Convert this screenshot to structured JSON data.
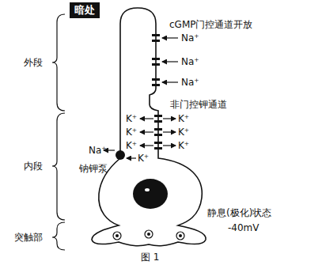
{
  "diagram": {
    "caption": "图 1",
    "nodes": [
      {
        "text": [
          "暗处"
        ]
      }
    ],
    "labels": [
      "外段",
      "内段",
      "突触部",
      "cGMP门控通道开放",
      "Na⁺",
      "Na⁺",
      "Na⁺",
      "非门控钾通道",
      "K⁺",
      "K⁺",
      "K⁺",
      "K⁺",
      "K⁺",
      "K⁺",
      "Na⁺",
      "K⁺",
      "钠钾泵",
      "静息(极化)状态",
      "-40mV"
    ]
  }
}
